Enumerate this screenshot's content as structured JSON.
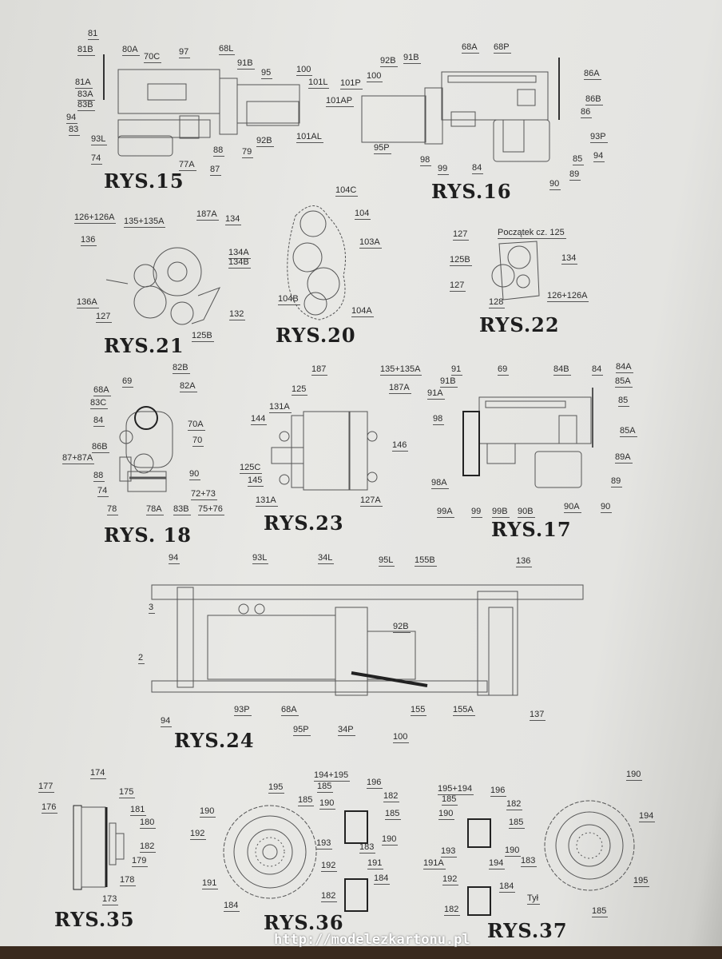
{
  "figures": {
    "rys15": {
      "title": "RYS.15",
      "labels": [
        "81",
        "81B",
        "80A",
        "70C",
        "97",
        "68L",
        "81A",
        "91B",
        "95",
        "100",
        "101L",
        "83A",
        "83B",
        "94",
        "83",
        "93L",
        "92B",
        "101AL",
        "74",
        "79",
        "88",
        "77A",
        "87"
      ]
    },
    "rys16": {
      "title": "RYS.16",
      "labels": [
        "68A",
        "68P",
        "92B",
        "91B",
        "100",
        "101P",
        "101AP",
        "86A",
        "86B",
        "86",
        "95P",
        "93P",
        "94",
        "98",
        "99",
        "84",
        "85",
        "89",
        "90"
      ]
    },
    "rys21": {
      "title": "RYS.21",
      "labels": [
        "126+126A",
        "135+135A",
        "187A",
        "134",
        "136",
        "134A",
        "134B",
        "136A",
        "127",
        "132",
        "125B"
      ]
    },
    "rys20": {
      "title": "RYS.20",
      "labels": [
        "104C",
        "104",
        "103A",
        "104B",
        "104A"
      ]
    },
    "rys22": {
      "title": "RYS.22",
      "labels": [
        "127",
        "Początek cz. 125",
        "134",
        "125B",
        "127",
        "126+126A",
        "128"
      ]
    },
    "rys18": {
      "title": "RYS. 18",
      "labels": [
        "68A",
        "69",
        "82B",
        "82A",
        "83C",
        "84",
        "70A",
        "86B",
        "70",
        "87+87A",
        "88",
        "90",
        "74",
        "72+73",
        "78",
        "78A",
        "83B",
        "75+76"
      ]
    },
    "rys23": {
      "title": "RYS.23",
      "labels": [
        "187",
        "135+135A",
        "125",
        "187A",
        "131A",
        "144",
        "146",
        "125C",
        "145",
        "131A",
        "127A"
      ]
    },
    "rys17": {
      "title": "RYS.17",
      "labels": [
        "91",
        "69",
        "84B",
        "84",
        "84A",
        "91B",
        "91A",
        "85A",
        "85",
        "98",
        "85A",
        "89A",
        "89",
        "98A",
        "99A",
        "99",
        "99B",
        "90B",
        "90A",
        "90"
      ]
    },
    "rys24": {
      "title": "RYS.24",
      "labels": [
        "94",
        "93L",
        "34L",
        "95L",
        "155B",
        "136",
        "3",
        "92B",
        "2",
        "94",
        "93P",
        "68A",
        "95P",
        "34P",
        "100",
        "155",
        "155A",
        "137"
      ]
    },
    "rys35": {
      "title": "RYS.35",
      "labels": [
        "174",
        "177",
        "175",
        "176",
        "181",
        "180",
        "182",
        "179",
        "178",
        "173"
      ]
    },
    "rys36": {
      "title": "RYS.36",
      "labels": [
        "195",
        "185",
        "190",
        "192",
        "191",
        "184",
        "194+195",
        "196",
        "185",
        "182",
        "190",
        "185",
        "193",
        "183",
        "190",
        "191",
        "192",
        "184",
        "182"
      ]
    },
    "rys37": {
      "title": "RYS.37",
      "labels": [
        "195+194",
        "196",
        "185",
        "182",
        "190",
        "185",
        "193",
        "191A",
        "194",
        "190",
        "183",
        "192",
        "184",
        "Tył",
        "182",
        "190",
        "194",
        "195",
        "185"
      ]
    }
  },
  "watermark": "http://modelezkartonu.pl"
}
